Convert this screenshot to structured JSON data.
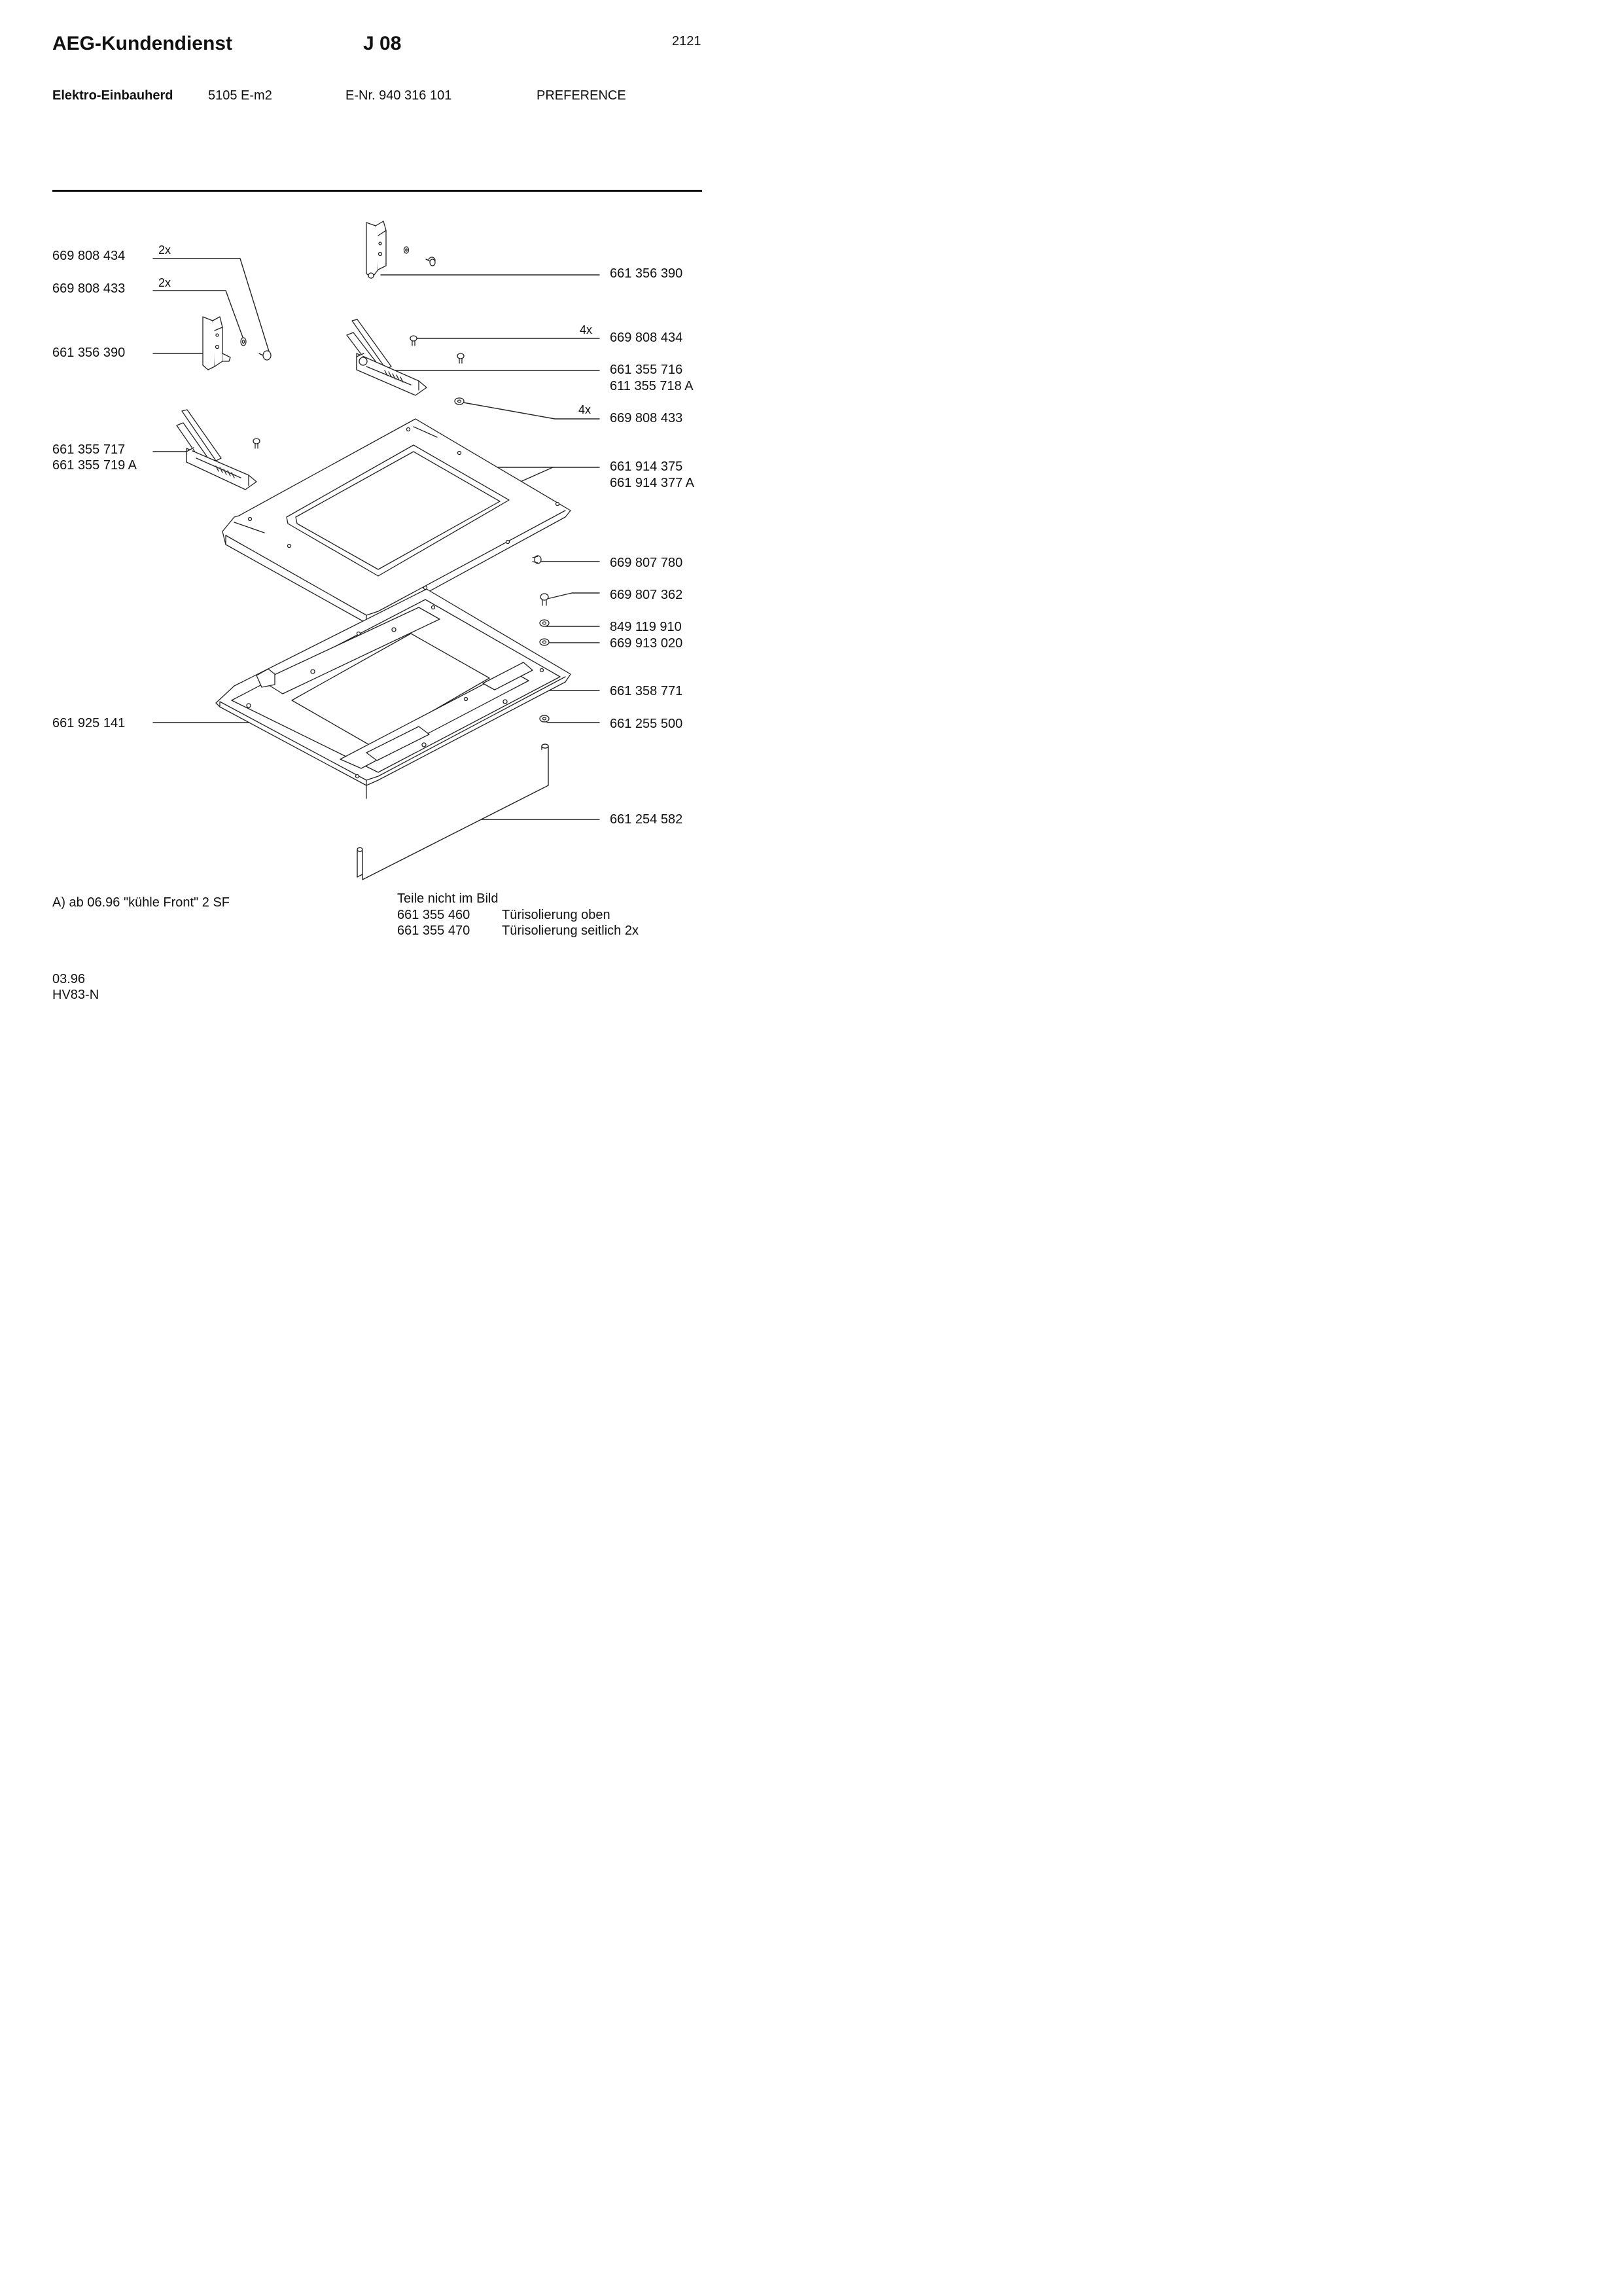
{
  "header": {
    "brand": "AEG-Kundendienst",
    "group": "J 08",
    "sheet": "2121",
    "product": "Elektro-Einbauherd",
    "model": "5105 E-m2",
    "enr": "E-Nr. 940 316 101",
    "series": "PREFERENCE"
  },
  "callouts": {
    "left": [
      {
        "part": "669 808 434",
        "qty": "2x"
      },
      {
        "part": "669 808 433",
        "qty": "2x"
      },
      {
        "part": "661 356 390"
      },
      {
        "part": "661 355 717"
      },
      {
        "part": "661 355 719 A"
      },
      {
        "part": "661 925 141"
      }
    ],
    "right": [
      {
        "part": "661 356 390"
      },
      {
        "part": "669 808 434",
        "qty": "4x"
      },
      {
        "part": "661 355 716"
      },
      {
        "part": "611 355 718 A"
      },
      {
        "part": "669 808 433",
        "qty": "4x"
      },
      {
        "part": "661 914 375"
      },
      {
        "part": "661 914 377 A"
      },
      {
        "part": "669 807 780"
      },
      {
        "part": "669 807 362"
      },
      {
        "part": "849 119 910"
      },
      {
        "part": "669 913 020"
      },
      {
        "part": "661 358 771"
      },
      {
        "part": "661 255 500"
      },
      {
        "part": "661 254 582"
      }
    ]
  },
  "footnote": "A) ab 06.96 \"kühle Front\"  2 SF",
  "not_shown": {
    "heading": "Teile nicht im Bild",
    "rows": [
      {
        "part": "661 355 460",
        "desc": "Türisolierung oben"
      },
      {
        "part": "661 355 470",
        "desc": "Türisolierung seitlich 2x"
      }
    ]
  },
  "footer": {
    "date": "03.96",
    "code": "HV83-N"
  }
}
